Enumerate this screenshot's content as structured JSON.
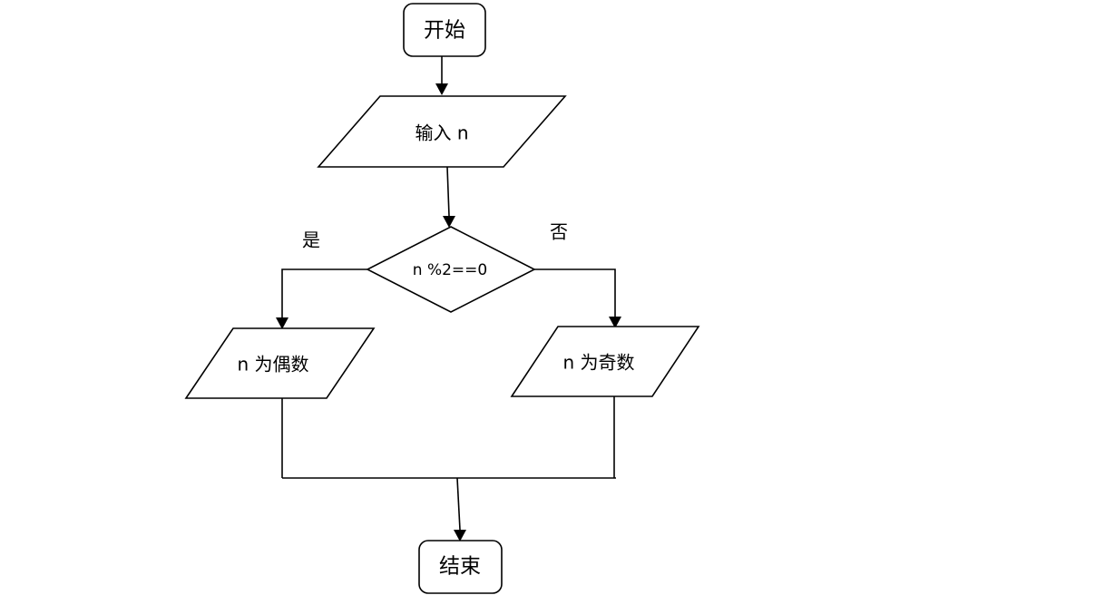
{
  "nodes": {
    "start": "开始",
    "input": "输入 n",
    "condition": "n %2==0",
    "even_output": "n 为偶数",
    "odd_output": "n 为奇数",
    "end": "结束"
  },
  "branches": {
    "yes": "是",
    "no": "否"
  }
}
